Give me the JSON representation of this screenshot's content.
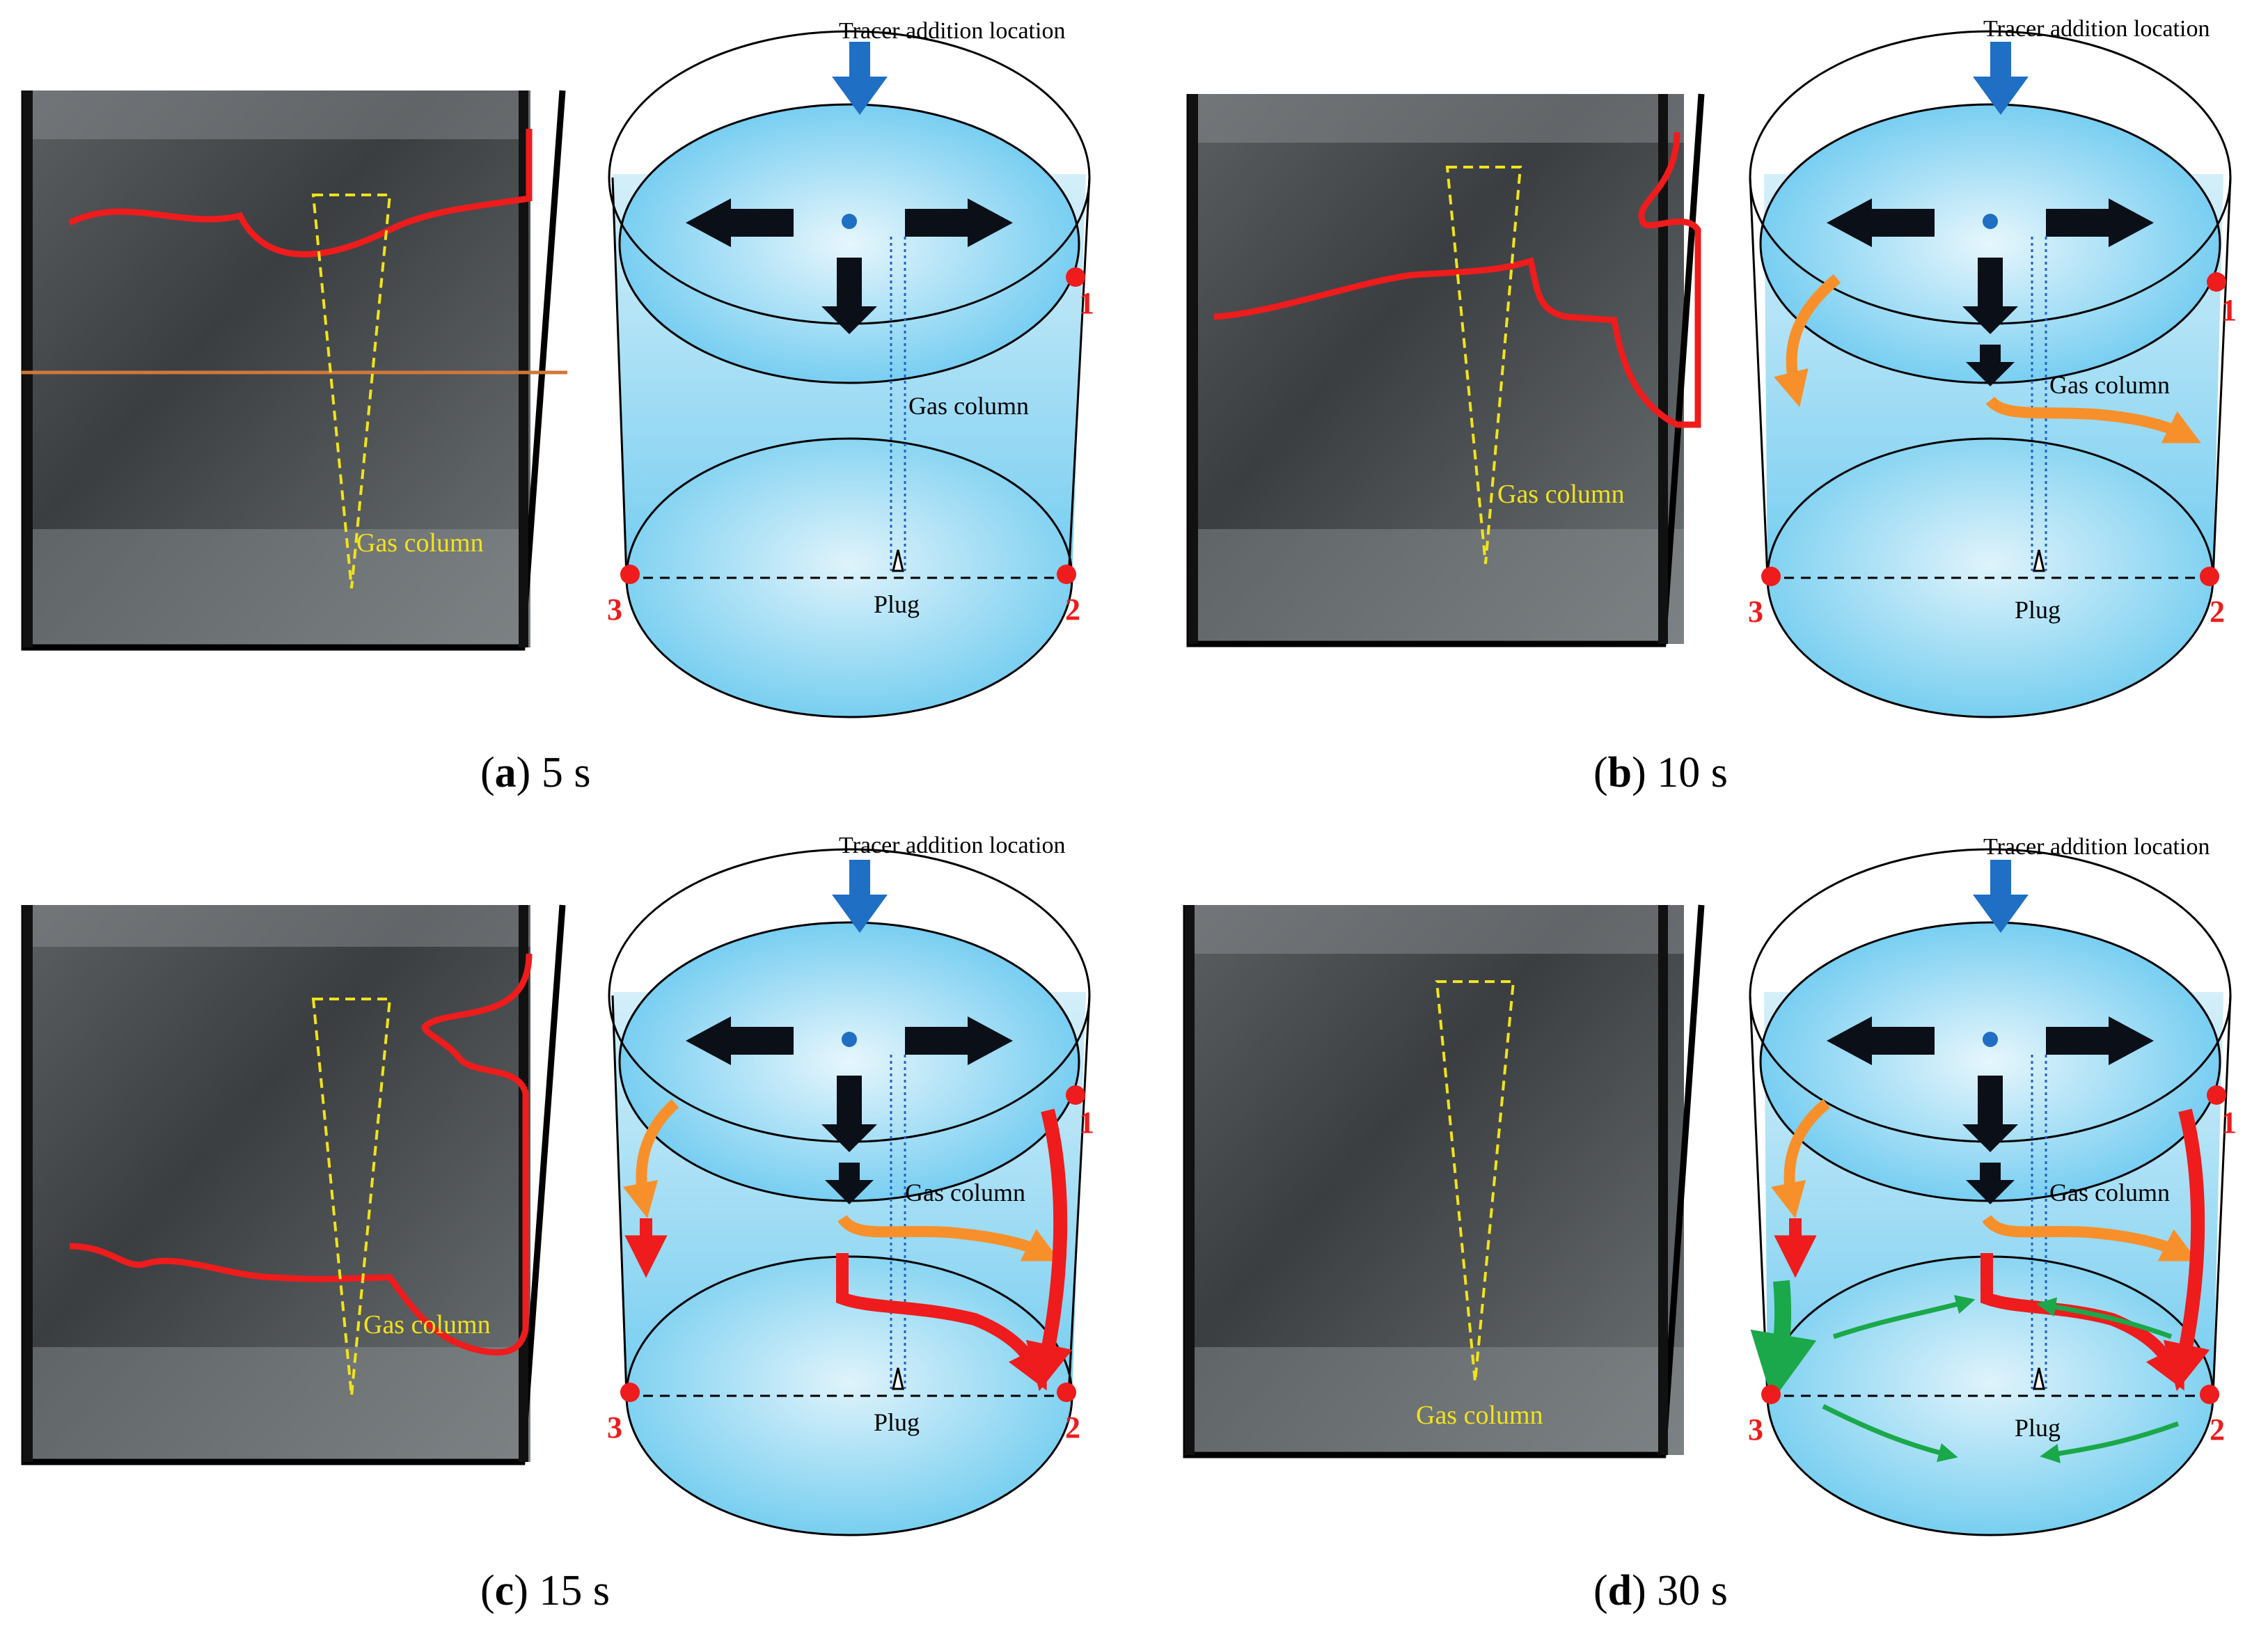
{
  "labels": {
    "tracer": "Tracer addition location",
    "gas_column": "Gas column",
    "plug": "Plug",
    "point1": "1",
    "point2": "2",
    "point3": "3"
  },
  "panels": [
    {
      "letter": "a",
      "time": "5 s"
    },
    {
      "letter": "b",
      "time": "10 s"
    },
    {
      "letter": "c",
      "time": "15 s"
    },
    {
      "letter": "d",
      "time": "30 s"
    }
  ],
  "colors": {
    "water_top": "#bfe6f7",
    "water_bottom": "#4cc4ee",
    "tracer_arrow": "#1f6fc4",
    "red_flow": "#ee1c1c",
    "orange_flow": "#f7902b",
    "green_flow": "#1aa84a",
    "gas_dashed": "#f2e21b",
    "photo_bg": "#3c4044"
  }
}
